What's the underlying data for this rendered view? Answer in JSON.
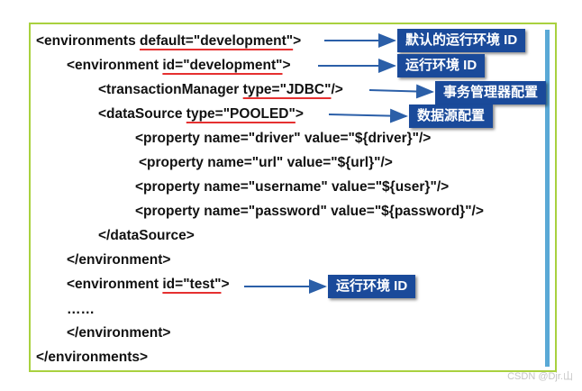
{
  "lines": [
    {
      "pre": "<environments ",
      "hl": "default=\"development\"",
      "post": ">"
    },
    {
      "pre": "<environment ",
      "hl": "id=\"development\"",
      "post": ">"
    },
    {
      "pre": "<transactionManager ",
      "hl": "type=\"JDBC\"",
      "post": "/>"
    },
    {
      "pre": "<dataSource ",
      "hl": "type=\"POOLED\"",
      "post": ">"
    },
    {
      "pre": "<property name=\"driver\" value=\"${driver}\"/>",
      "hl": "",
      "post": ""
    },
    {
      "pre": "<property name=\"url\" value=\"${url}\"/>",
      "hl": "",
      "post": ""
    },
    {
      "pre": "<property name=\"username\" value=\"${user}\"/>",
      "hl": "",
      "post": ""
    },
    {
      "pre": "<property name=\"password\" value=\"${password}\"/>",
      "hl": "",
      "post": ""
    },
    {
      "pre": "</dataSource>",
      "hl": "",
      "post": ""
    },
    {
      "pre": "</environment>",
      "hl": "",
      "post": ""
    },
    {
      "pre": "<environment ",
      "hl": "id=\"test\"",
      "post": ">"
    },
    {
      "pre": "……",
      "hl": "",
      "post": ""
    },
    {
      "pre": "</environment>",
      "hl": "",
      "post": ""
    },
    {
      "pre": "</environments>",
      "hl": "",
      "post": ""
    }
  ],
  "callouts": [
    {
      "text": "默认的运行环境 ID"
    },
    {
      "text": "运行环境 ID"
    },
    {
      "text": "事务管理器配置"
    },
    {
      "text": "数据源配置"
    },
    {
      "text": "运行环境 ID"
    }
  ],
  "watermark": "CSDN @Djr.山",
  "colors": {
    "frame": "#a9d13f",
    "callout": "#1a4a9a",
    "arrow": "#2b5fa8",
    "underline": "#e53030"
  }
}
